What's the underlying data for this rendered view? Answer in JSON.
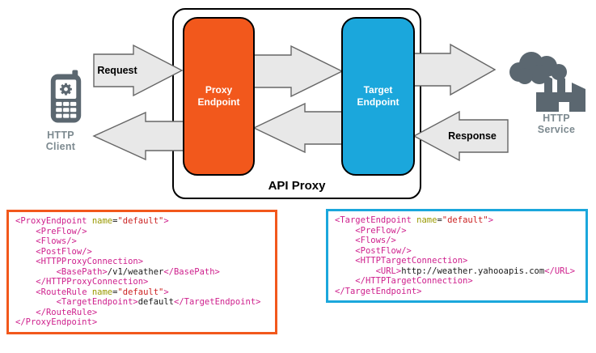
{
  "diagram": {
    "api_proxy_label": "API Proxy",
    "proxy_endpoint_label": "Proxy\nEndpoint",
    "target_endpoint_label": "Target\nEndpoint",
    "request_label": "Request",
    "response_label": "Response",
    "http_client_label": "HTTP\nClient",
    "http_service_label": "HTTP\nService"
  },
  "colors": {
    "proxy_orange": "#F2581C",
    "target_blue": "#1BA7DC",
    "icon_gray": "#5B6770",
    "label_gray": "#7D8A90",
    "arrow_fill": "#E8E8E8",
    "arrow_stroke": "#666666",
    "code_tag": "#CE1F8C",
    "code_attr": "#999900",
    "code_value": "#CC2222",
    "code_text": "#1A1A1A"
  },
  "code_blocks": {
    "proxy": {
      "title": "ProxyEndpoint XML",
      "lines": [
        [
          {
            "c": "tag",
            "t": "<ProxyEndpoint"
          },
          {
            "c": "txt",
            "t": " "
          },
          {
            "c": "attr",
            "t": "name"
          },
          {
            "c": "txt",
            "t": "="
          },
          {
            "c": "val",
            "t": "\"default\""
          },
          {
            "c": "tag",
            "t": ">"
          }
        ],
        [
          {
            "c": "txt",
            "t": "    "
          },
          {
            "c": "tag",
            "t": "<PreFlow/>"
          }
        ],
        [
          {
            "c": "txt",
            "t": "    "
          },
          {
            "c": "tag",
            "t": "<Flows/>"
          }
        ],
        [
          {
            "c": "txt",
            "t": "    "
          },
          {
            "c": "tag",
            "t": "<PostFlow/>"
          }
        ],
        [
          {
            "c": "txt",
            "t": "    "
          },
          {
            "c": "tag",
            "t": "<HTTPProxyConnection>"
          }
        ],
        [
          {
            "c": "txt",
            "t": "        "
          },
          {
            "c": "tag",
            "t": "<BasePath>"
          },
          {
            "c": "txt",
            "t": "/v1/weather"
          },
          {
            "c": "tag",
            "t": "</BasePath>"
          }
        ],
        [
          {
            "c": "txt",
            "t": "    "
          },
          {
            "c": "tag",
            "t": "</HTTPProxyConnection>"
          }
        ],
        [
          {
            "c": "txt",
            "t": "    "
          },
          {
            "c": "tag",
            "t": "<RouteRule"
          },
          {
            "c": "txt",
            "t": " "
          },
          {
            "c": "attr",
            "t": "name"
          },
          {
            "c": "txt",
            "t": "="
          },
          {
            "c": "val",
            "t": "\"default\""
          },
          {
            "c": "tag",
            "t": ">"
          }
        ],
        [
          {
            "c": "txt",
            "t": "        "
          },
          {
            "c": "tag",
            "t": "<TargetEndpoint>"
          },
          {
            "c": "txt",
            "t": "default"
          },
          {
            "c": "tag",
            "t": "</TargetEndpoint>"
          }
        ],
        [
          {
            "c": "txt",
            "t": "    "
          },
          {
            "c": "tag",
            "t": "</RouteRule>"
          }
        ],
        [
          {
            "c": "tag",
            "t": "</ProxyEndpoint>"
          }
        ]
      ]
    },
    "target": {
      "title": "TargetEndpoint XML",
      "lines": [
        [
          {
            "c": "tag",
            "t": "<TargetEndpoint"
          },
          {
            "c": "txt",
            "t": " "
          },
          {
            "c": "attr",
            "t": "name"
          },
          {
            "c": "txt",
            "t": "="
          },
          {
            "c": "val",
            "t": "\"default\""
          },
          {
            "c": "tag",
            "t": ">"
          }
        ],
        [
          {
            "c": "txt",
            "t": "    "
          },
          {
            "c": "tag",
            "t": "<PreFlow/>"
          }
        ],
        [
          {
            "c": "txt",
            "t": "    "
          },
          {
            "c": "tag",
            "t": "<Flows/>"
          }
        ],
        [
          {
            "c": "txt",
            "t": "    "
          },
          {
            "c": "tag",
            "t": "<PostFlow/>"
          }
        ],
        [
          {
            "c": "txt",
            "t": "    "
          },
          {
            "c": "tag",
            "t": "<HTTPTargetConnection>"
          }
        ],
        [
          {
            "c": "txt",
            "t": "        "
          },
          {
            "c": "tag",
            "t": "<URL>"
          },
          {
            "c": "txt",
            "t": "http://weather.yahooapis.com"
          },
          {
            "c": "tag",
            "t": "</URL>"
          }
        ],
        [
          {
            "c": "txt",
            "t": "    "
          },
          {
            "c": "tag",
            "t": "</HTTPTargetConnection>"
          }
        ],
        [
          {
            "c": "tag",
            "t": "</TargetEndpoint>"
          }
        ]
      ]
    }
  }
}
